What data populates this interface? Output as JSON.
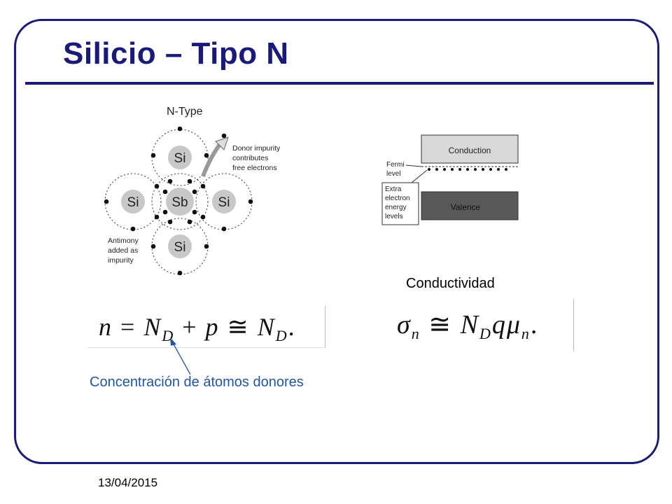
{
  "slide": {
    "title": "Silicio – Tipo N",
    "date": "13/04/2015"
  },
  "atom_diagram": {
    "heading": "N-Type",
    "center_atom": "Sb",
    "top_atom": "Si",
    "left_atom": "Si",
    "right_atom": "Si",
    "bottom_atom": "Si",
    "donor_note": [
      "Donor impurity",
      "contributes",
      "free electrons"
    ],
    "antimony_note": [
      "Antimony",
      "added as",
      "impurity"
    ]
  },
  "band_diagram": {
    "conduction_label": "Conduction",
    "valence_label": "Valence",
    "fermi_label": [
      "Fermi",
      "level"
    ],
    "extra_label": [
      "Extra",
      "electron",
      "energy",
      "levels"
    ]
  },
  "conductivity_label": "Conductividad",
  "formula_left": {
    "n": "n",
    "eq": "=",
    "N": "N",
    "D": "D",
    "plus": "+",
    "p": "p",
    "approx": "≅",
    "N2": "N",
    "D2": "D",
    "tail": "."
  },
  "formula_right": {
    "sigma": "σ",
    "n_sub": "n",
    "approx": "≅",
    "N": "N",
    "D": "D",
    "q": "q",
    "mu": "μ",
    "n_sub2": "n",
    "tail": "."
  },
  "donor_caption": "Concentración de átomos donores",
  "colors": {
    "title": "#1a1a7a",
    "caption": "#2255a4",
    "atom_fill": "#c8c8c8",
    "band_fill": "#d9d9d9",
    "valence_fill": "#595959"
  }
}
